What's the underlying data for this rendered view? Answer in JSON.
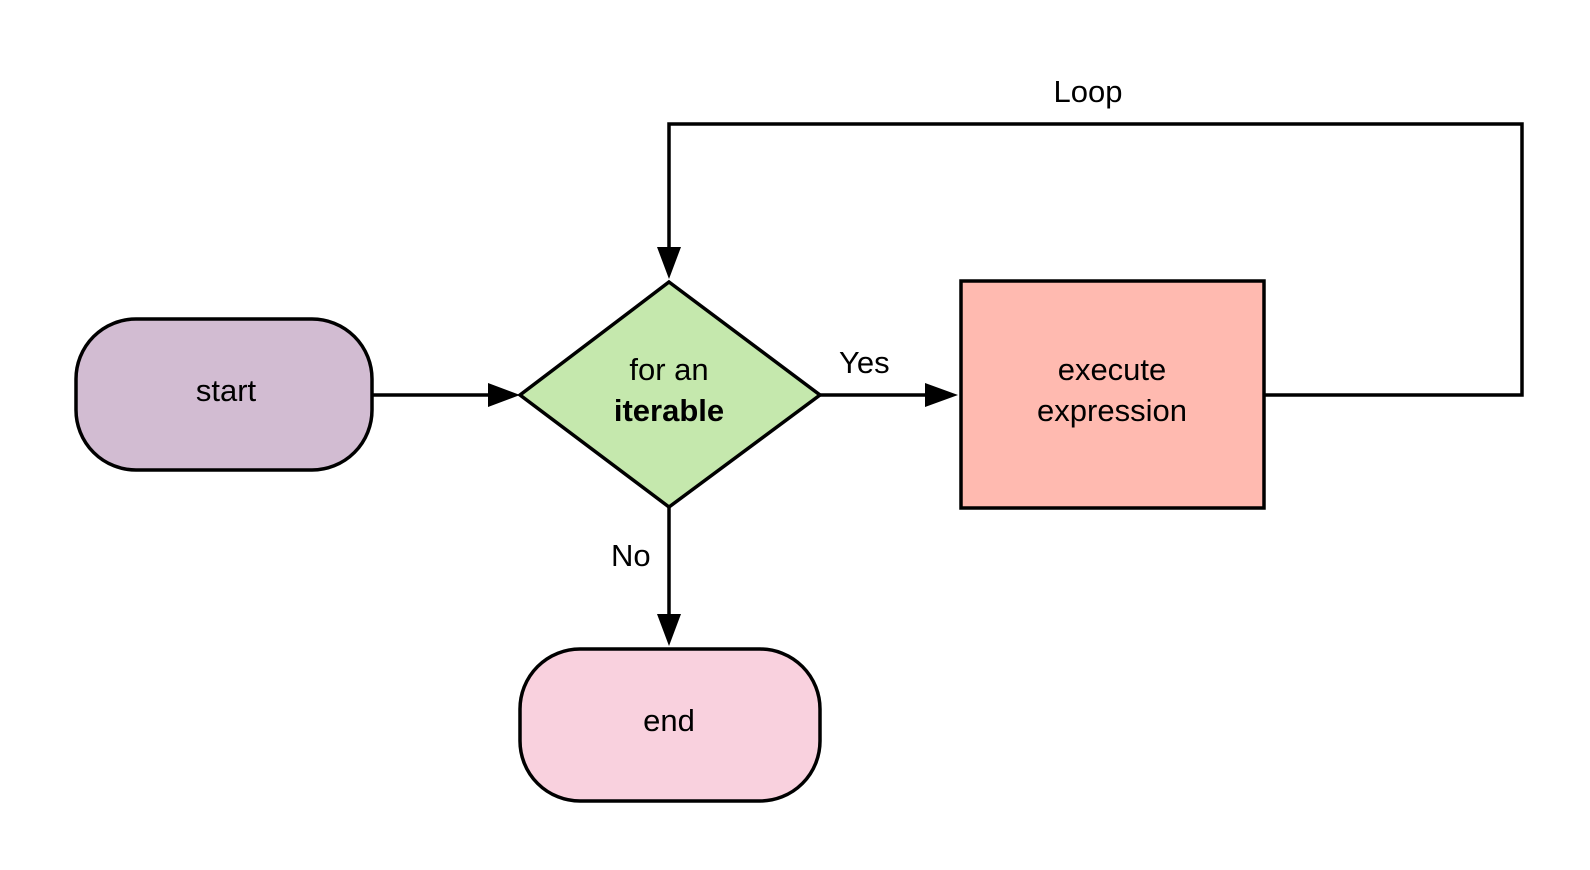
{
  "nodes": {
    "start": {
      "label": "start",
      "fill": "#d2bcd2"
    },
    "decision": {
      "line1": "for an",
      "line2": "iterable",
      "fill": "#c5e8ad"
    },
    "process": {
      "line1": "execute",
      "line2": "expression",
      "fill": "#ffbab0"
    },
    "end": {
      "label": "end",
      "fill": "#f9d1de"
    }
  },
  "edges": {
    "yes_label": "Yes",
    "no_label": "No",
    "loop_label": "Loop"
  },
  "colors": {
    "stroke": "#000000",
    "background": "#ffffff"
  }
}
